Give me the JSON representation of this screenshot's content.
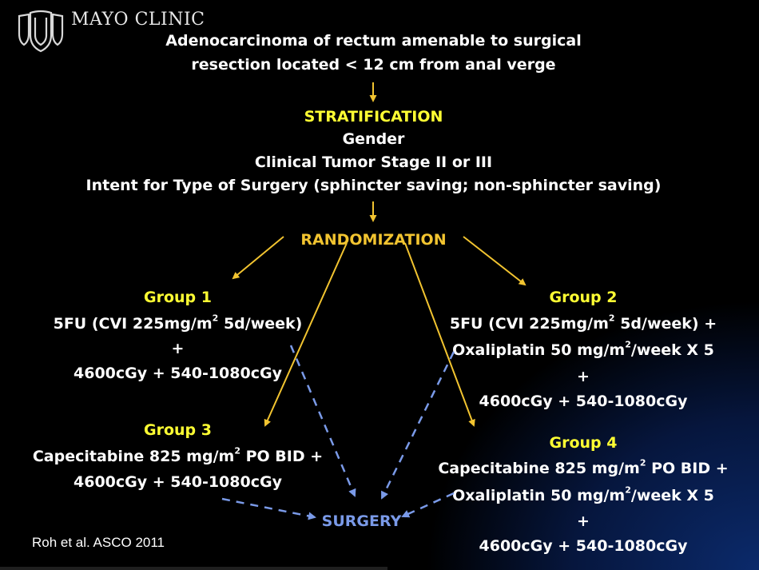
{
  "logo": {
    "text": "MAYO CLINIC",
    "icon": "mayo-shields-icon"
  },
  "colors": {
    "white": "#ffffff",
    "yellow": "#ffff33",
    "arrow_orange": "#f2c430",
    "surgery_blue": "#7a9ae8"
  },
  "eligibility": {
    "line1": "Adenocarcinoma of rectum amenable to surgical",
    "line2": "resection located < 12 cm from anal verge"
  },
  "stratification": {
    "title": "STRATIFICATION",
    "items": [
      "Gender",
      "Clinical Tumor Stage II or III",
      "Intent for Type of Surgery (sphincter saving; non-sphincter saving)"
    ]
  },
  "randomization": {
    "label": "RANDOMIZATION"
  },
  "groups": [
    {
      "title": "Group 1",
      "line1_pre": "5FU (CVI 225mg/m",
      "line1_sup": "2",
      "line1_post": " 5d/week)",
      "plus": "+",
      "line3": "4600cGy + 540-1080cGy"
    },
    {
      "title": "Group 2",
      "line1_pre": "5FU (CVI 225mg/m",
      "line1_sup": "2",
      "line1_post": " 5d/week) +",
      "line2_pre": "Oxaliplatin 50 mg/m",
      "line2_sup": "2",
      "line2_post": "/week X 5",
      "plus": "+",
      "line4": "4600cGy + 540-1080cGy"
    },
    {
      "title": "Group 3",
      "line1_pre": "Capecitabine 825 mg/m",
      "line1_sup": "2",
      "line1_post": " PO BID +",
      "line2": "4600cGy + 540-1080cGy"
    },
    {
      "title": "Group 4",
      "line1_pre": "Capecitabine 825 mg/m",
      "line1_sup": "2",
      "line1_post": " PO BID +",
      "line2_pre": "Oxaliplatin 50 mg/m",
      "line2_sup": "2",
      "line2_post": "/week X 5",
      "plus": "+",
      "line4": "4600cGy + 540-1080cGy"
    }
  ],
  "surgery": {
    "label": "SURGERY"
  },
  "citation": "Roh et al. ASCO 2011"
}
